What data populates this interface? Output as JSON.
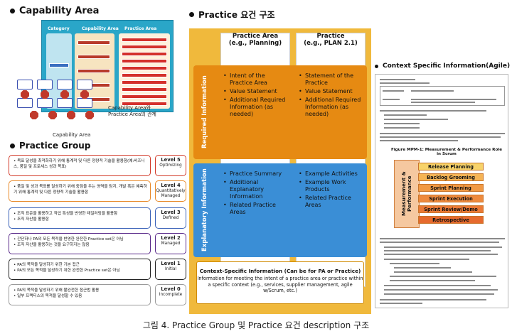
{
  "headings": {
    "capability": "Capability Area",
    "practice_group": "Practice Group",
    "practice_req": "Practice 요건 구조",
    "context_info": "Context Specific Information(Agile)"
  },
  "capability_figure": {
    "col_category": "Category",
    "col_capability": "Capability Area",
    "col_practice": "Practice Area",
    "caption_relation": "Capability Area와 Practice Area의 관계",
    "bottom_label": "Capability Area"
  },
  "practice_group": [
    {
      "text": "목표 달성을 최적화하기 위해 통계적 및 다른 정량적 기술을 활용함(예:비즈니스, 품질 및 프로세스 성과 목표)",
      "level": "Level 5",
      "name": "Optimizing",
      "color": "#d23a2a"
    },
    {
      "text": "품질 및 성과 목표를 달성하기 위해 중점을 두는 영역을 탐지, 개발 혹은 예측하기 위해 통계적 및 다른 정량적 기술을 활용함",
      "level": "Level 4",
      "name": "Quantitatively Managed",
      "color": "#e88a2a"
    },
    {
      "text": "조직 표준을 활용하고 작업 특성을 반영한 테일러링을 활용함\n조직 자산을 활용함",
      "level": "Level 3",
      "name": "Defined",
      "color": "#3a62b8"
    },
    {
      "text": "간단하나 PA의 모든 목적을 반영한 완전한 Practice set은 아님\n조직 자산을 활용하는 것을 요구하지는 않음",
      "level": "Level 2",
      "name": "Managed",
      "color": "#5a2a8a"
    },
    {
      "text": "PA의 목적을 달성하기 위한 기본 접근\nPA의 모든 목적을 달성하기 위한 완전한 Practice set은 아님",
      "level": "Level 1",
      "name": "Initial",
      "color": "#222222"
    },
    {
      "text": "PA의 목적을 달성하기 위해 불완전한 접근법 활용\n일부 프랙티스의 목적을 달성할 수 있음",
      "level": "Level 0",
      "name": "Incomplete",
      "color": "#9a9a9a"
    }
  ],
  "practice_req": {
    "col1_header": "Practice Area\n(e.g., Planning)",
    "col2_header": "Practice\n(e.g., PLAN 2.1)",
    "required_label": "Required Information",
    "explanatory_label": "Explanatory Information",
    "required_col1": [
      "Intent of the Practice Area",
      "Value Statement",
      "Additional Required Information (as needed)"
    ],
    "required_col2": [
      "Statement of the Practice",
      "Value Statement",
      "Additional Required Information (as needed)"
    ],
    "explanatory_col1": [
      "Practice Summary",
      "Additional Explanatory Information",
      "Related Practice Areas"
    ],
    "explanatory_col2": [
      "Example Activities",
      "Example Work Products",
      "Related Practice Areas"
    ],
    "ctx_title": "Context-Specific Information (Can be for PA or Practice)",
    "ctx_body": "Information for meeting the intent of a practice area or practice within a specific context (e.g., services, supplier management, agile w/Scrum, etc.)"
  },
  "agile": {
    "figure_title": "Figure MPM-1: Measurement & Performance Role in Scrum",
    "side_label": "Measurement & Performance",
    "bars": [
      "Release Planning",
      "Backlog Grooming",
      "Sprint Planning",
      "Sprint Execution",
      "Sprint Review/Demo",
      "Retrospective"
    ]
  },
  "caption": "그림 4. Practice Group 및 Practice 요건 description 구조",
  "colors": {
    "req_bg": "#f0b93c",
    "required_band": "#e68a12",
    "explanatory_band": "#3a8ed6",
    "cap_bg": "#2aa6c8"
  }
}
